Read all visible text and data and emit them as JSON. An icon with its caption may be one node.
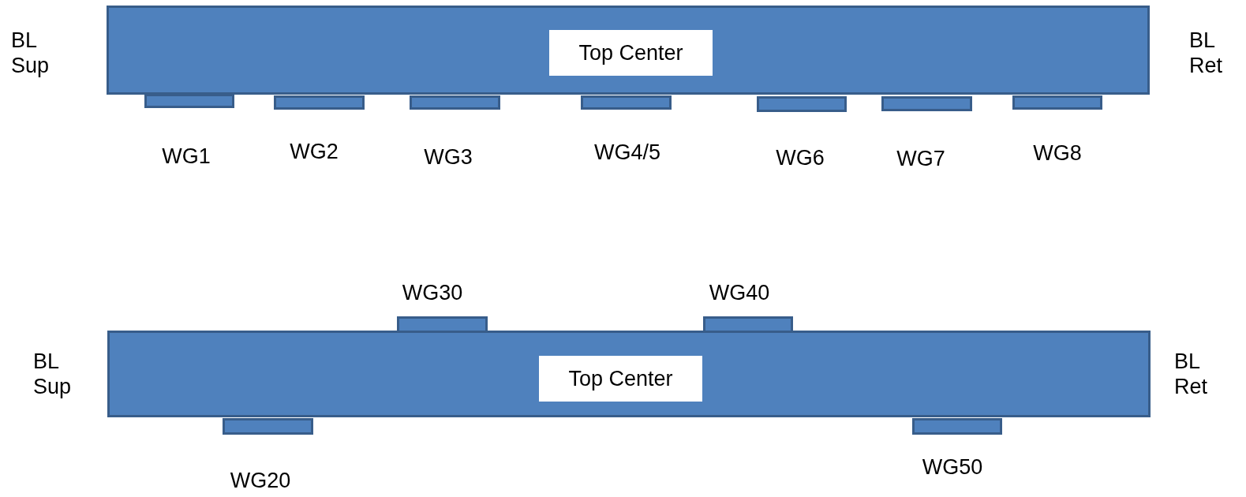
{
  "diagram": {
    "nodes": [
      {
        "text": [],
        "shape": "bar"
      },
      {
        "text": [
          "Top Center"
        ],
        "in": 0
      },
      {
        "text": [],
        "shape": "bar",
        "beside": [
          "WG1"
        ]
      },
      {
        "text": [],
        "shape": "bar",
        "beside": [
          "WG2"
        ]
      },
      {
        "text": [],
        "shape": "bar",
        "beside": [
          "WG3"
        ]
      },
      {
        "text": [],
        "shape": "bar",
        "beside": [
          "WG4/5"
        ]
      },
      {
        "text": [],
        "shape": "bar",
        "beside": [
          "WG6"
        ]
      },
      {
        "text": [],
        "shape": "bar",
        "beside": [
          "WG7"
        ]
      },
      {
        "text": [],
        "shape": "bar",
        "beside": [
          "WG8"
        ]
      },
      {
        "text": [],
        "shape": "bar",
        "beside": [
          "WG30"
        ]
      },
      {
        "text": [],
        "shape": "bar",
        "beside": [
          "WG40"
        ]
      },
      {
        "text": [],
        "shape": "bar"
      },
      {
        "text": [
          "Top Center"
        ],
        "in": 11
      },
      {
        "text": [],
        "shape": "bar",
        "beside": [
          "WG20"
        ]
      },
      {
        "text": [],
        "shape": "bar",
        "beside": [
          "WG50"
        ]
      }
    ],
    "labels": [
      "BL Sup",
      "BL Ret",
      "BL Sup",
      "BL Ret"
    ]
  }
}
